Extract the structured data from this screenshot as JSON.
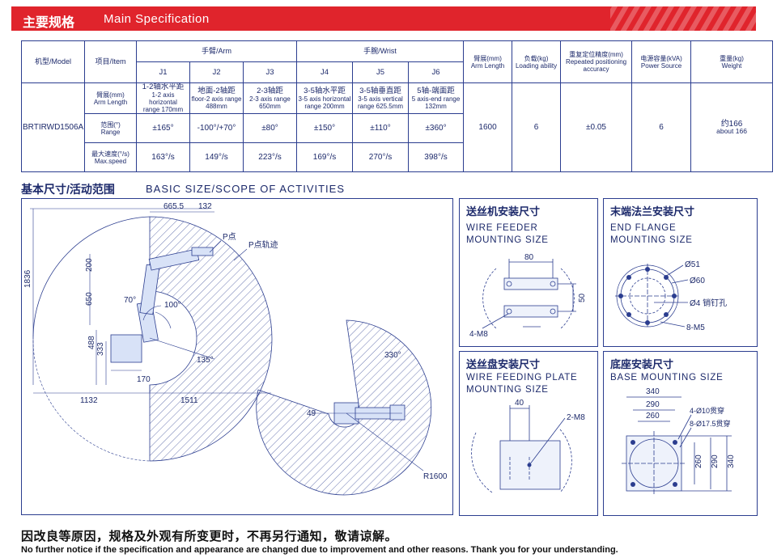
{
  "header": {
    "title_zh": "主要规格",
    "title_en": "Main Specification",
    "accent_color": "#e0242c"
  },
  "spec_table": {
    "model_label": "机型/Model",
    "item_label": "项目/Item",
    "arm_group": "手臂/Arm",
    "wrist_group": "手腕/Wrist",
    "axes": [
      "J1",
      "J2",
      "J3",
      "J4",
      "J5",
      "J6"
    ],
    "arm_length_col": [
      "臂展(mm)",
      "Arm Length"
    ],
    "load_col": [
      "负载(kg)",
      "Loading ability"
    ],
    "repeat_col": [
      "重复定位精度(mm)",
      "Repeated positioning",
      "accuracy"
    ],
    "power_col": [
      "电源容量(kVA)",
      "Power Source"
    ],
    "weight_col": [
      "重量(kg)",
      "Weight"
    ],
    "row_arm_label": [
      "臂展(mm)",
      "Arm Length"
    ],
    "row_range_label": [
      "范围(°)",
      "Range"
    ],
    "row_speed_label": [
      "最大速度(°/s)",
      "Max.speed"
    ],
    "model": "BRTIRWD1506A",
    "arm_cells": [
      [
        "1-2轴水平距",
        "1-2 axis horizontal",
        "range 170mm"
      ],
      [
        "地面-2轴距",
        "floor-2 axis range",
        "488mm"
      ],
      [
        "2-3轴距",
        "2-3 axis range",
        "650mm"
      ],
      [
        "3-5轴水平距",
        "3-5 axis horizontal",
        "range 200mm"
      ],
      [
        "3-5轴垂直距",
        "3-5 axis vertical",
        "range 625.5mm"
      ],
      [
        "5轴-端面距",
        "5 axis-end range",
        "132mm"
      ]
    ],
    "range": [
      "±165°",
      "-100°/+70°",
      "±80°",
      "±150°",
      "±110°",
      "±360°"
    ],
    "speed": [
      "163°/s",
      "149°/s",
      "223°/s",
      "169°/s",
      "270°/s",
      "398°/s"
    ],
    "arm_length": "1600",
    "load": "6",
    "repeat": "±0.05",
    "power": "6",
    "weight": [
      "约166",
      "about 166"
    ]
  },
  "basic": {
    "title_zh": "基本尺寸/活动范围",
    "title_en": "BASIC SIZE/SCOPE OF ACTIVITIES",
    "dims": [
      "665.5",
      "132",
      "1836",
      "200",
      "650",
      "488",
      "333",
      "170",
      "1132",
      "1511",
      "49",
      "R1600"
    ],
    "angles": [
      "70°",
      "100°",
      "135°",
      "330°"
    ],
    "p_point": "P点",
    "p_track": "P点轨迹"
  },
  "wire_feeder": {
    "title_zh": "送丝机安装尺寸",
    "title_en": [
      "WIRE FEEDER",
      "MOUNTING SIZE"
    ],
    "dims": [
      "80",
      "50",
      "4-M8"
    ]
  },
  "end_flange": {
    "title_zh": "末端法兰安装尺寸",
    "title_en": [
      "END FLANGE",
      "MOUNTING SIZE"
    ],
    "dims": [
      "Ø51",
      "Ø60",
      "Ø4 销钉孔",
      "8-M5"
    ]
  },
  "feeding_plate": {
    "title_zh": "送丝盘安装尺寸",
    "title_en": [
      "WIRE FEEDING PLATE",
      "MOUNTING SIZE"
    ],
    "dims": [
      "40",
      "2-M8"
    ]
  },
  "base": {
    "title_zh": "底座安装尺寸",
    "title_en": [
      "BASE MOUNTING SIZE"
    ],
    "dims": [
      "340",
      "290",
      "260",
      "4-Ø10贯穿",
      "8-Ø17.5贯穿",
      "260",
      "290",
      "340"
    ]
  },
  "notice": {
    "zh": "因改良等原因，规格及外观有所变更时，不再另行通知，敬请谅解。",
    "en": "No further notice if the specification and appearance are changed due to improvement and other reasons. Thank you for your understanding."
  }
}
